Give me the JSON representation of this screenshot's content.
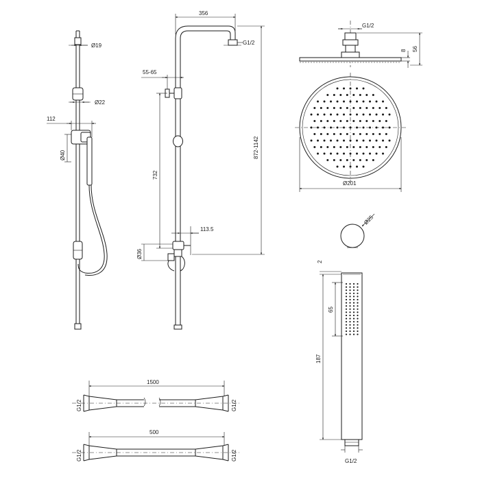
{
  "dimensions": {
    "d19": "Ø19",
    "d22": "Ø22",
    "d112": "112",
    "d40": "Ø40",
    "d356": "356",
    "g12_top": "G1/2",
    "d55_65": "55-65",
    "d732": "732",
    "d872_1142": "872-1142",
    "d113_5": "113.5",
    "d36": "Ø36",
    "g12_head": "G1/2",
    "d8": "8",
    "d56": "56",
    "d201": "Ø201",
    "d25": "Ø25",
    "d2": "2",
    "d65": "65",
    "d187": "187",
    "g12_hand": "G1/2",
    "d1500": "1500",
    "d500": "500",
    "g12_hose1_l": "G1/2",
    "g12_hose1_r": "G1/2",
    "g12_hose2_l": "G1/2",
    "g12_hose2_r": "G1/2"
  }
}
